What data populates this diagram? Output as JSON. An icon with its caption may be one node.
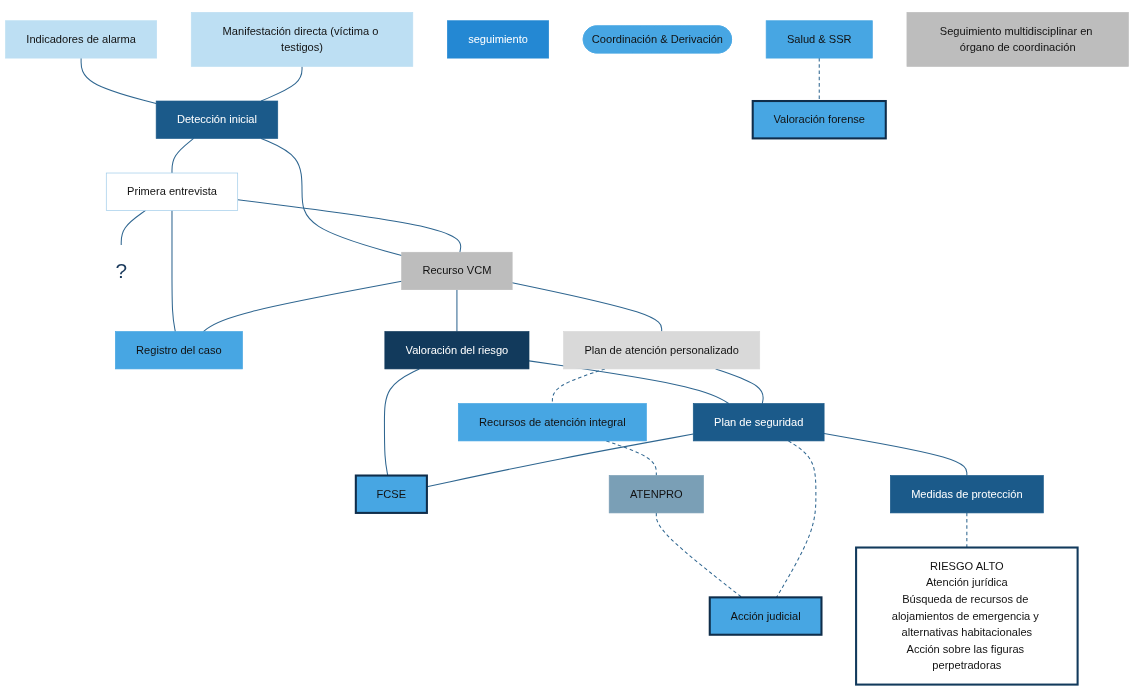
{
  "diagram": {
    "nodes": [
      {
        "text": [
          "Indicadores de alarma"
        ]
      },
      {
        "text": [
          "Manifestación directa (víctima o testigos)"
        ]
      },
      {
        "text": [
          "Detección inicial"
        ]
      },
      {
        "text": [
          "Primera entrevista"
        ]
      },
      {
        "text": [
          "?"
        ]
      },
      {
        "text": [
          "seguimiento"
        ]
      },
      {
        "text": [
          "Recurso VCM"
        ]
      },
      {
        "text": [
          "Registro del caso"
        ]
      },
      {
        "text": [
          "Coordinación & Derivación"
        ]
      },
      {
        "text": [
          "Plan de atención personalizado"
        ]
      },
      {
        "text": [
          "Valoración del riesgo"
        ]
      },
      {
        "text": [
          "RIESGO ALTO",
          "Atención jurídica",
          "Búsqueda de recursos de alojamientos de emergencia y alternativas habitacionales",
          "Acción sobre las figuras perpetradoras"
        ]
      },
      {
        "text": [
          "Recursos de atención integral"
        ]
      },
      {
        "text": [
          "Plan de seguridad"
        ]
      },
      {
        "text": [
          "FCSE"
        ]
      },
      {
        "text": [
          "ATENPRO"
        ]
      },
      {
        "text": [
          "Acción judicial"
        ]
      },
      {
        "text": [
          "Medidas de protección"
        ]
      },
      {
        "text": [
          "Salud & SSR"
        ]
      },
      {
        "text": [
          "Valoración forense"
        ]
      },
      {
        "text": [
          "Seguimiento multidisciplinar en órgano de coordinación"
        ]
      }
    ],
    "edges": [
      {
        "from": 0,
        "to": 2,
        "arrow": "none"
      },
      {
        "from": 1,
        "to": 2,
        "arrow": "none"
      },
      {
        "from": 2,
        "to": 3,
        "arrow": "none"
      },
      {
        "from": 2,
        "to": 6,
        "arrow": "none"
      },
      {
        "from": 3,
        "to": 6,
        "arrow": "none"
      },
      {
        "from": 3,
        "to": 4,
        "arrow": "none"
      },
      {
        "from": 3,
        "to": 7,
        "arrow": "none"
      },
      {
        "from": 6,
        "to": 7,
        "arrow": "none"
      },
      {
        "from": 6,
        "to": 9,
        "arrow": "none"
      },
      {
        "from": 6,
        "to": 10,
        "arrow": "none"
      },
      {
        "from": 10,
        "to": 13,
        "arrow": "none"
      },
      {
        "from": 10,
        "to": 14,
        "arrow": "none"
      },
      {
        "from": 9,
        "to": 13,
        "arrow": "none"
      },
      {
        "from": 13,
        "to": 14,
        "arrow": "none"
      },
      {
        "from": 9,
        "to": 12,
        "arrow": "none",
        "style": "dashed"
      },
      {
        "from": 12,
        "to": 15,
        "arrow": "none",
        "style": "dashed"
      },
      {
        "from": 15,
        "to": 16,
        "arrow": "none",
        "style": "dashed"
      },
      {
        "from": 13,
        "to": 16,
        "arrow": "none",
        "style": "dashed"
      },
      {
        "from": 13,
        "to": 17,
        "arrow": "none"
      },
      {
        "from": 17,
        "to": 11,
        "arrow": "none",
        "style": "dashed"
      },
      {
        "from": 18,
        "to": 19,
        "arrow": "none",
        "style": "dashed"
      }
    ]
  }
}
